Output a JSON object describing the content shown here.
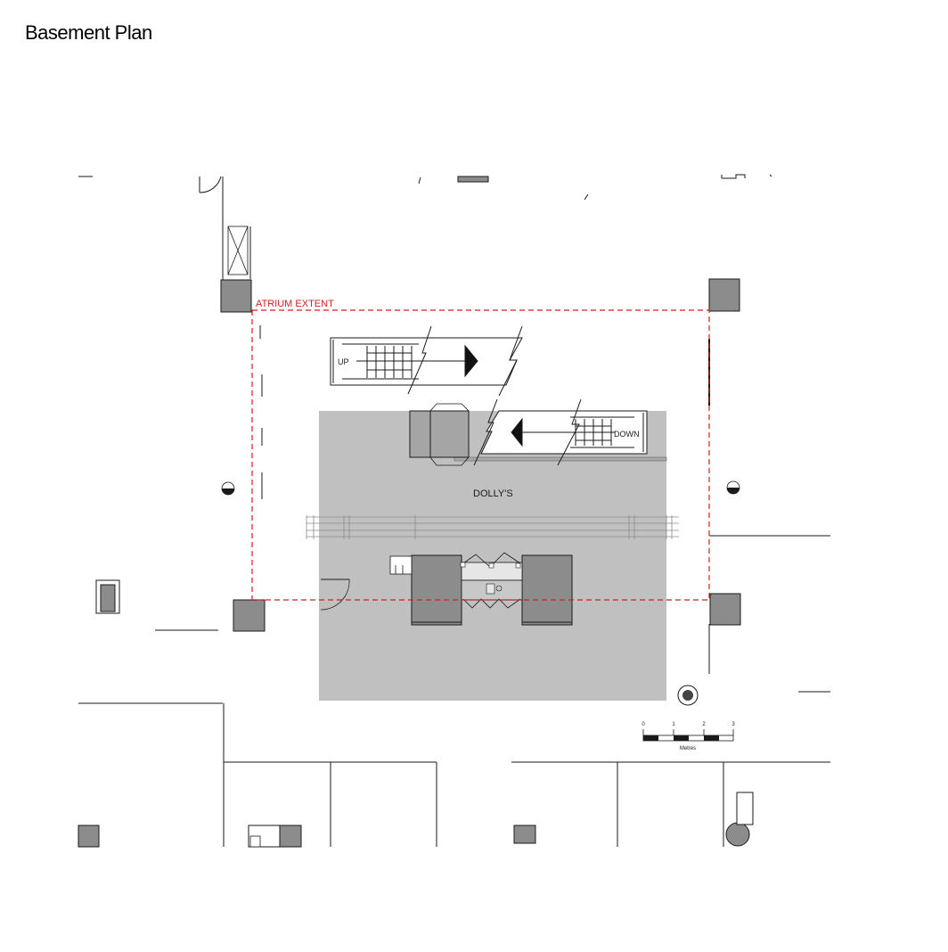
{
  "title": "Basement Plan",
  "labels": {
    "atrium_extent": "ATRIUM EXTENT",
    "escalator_up": "UP",
    "escalator_down": "DOWN",
    "room": "DOLLY'S"
  },
  "scale_bar": {
    "ticks": [
      "0",
      "1",
      "2",
      "3"
    ],
    "unit": "Metres"
  },
  "colors": {
    "atrium_line": "#d81e1e",
    "room_fill": "#c0c0c0",
    "column_fill": "#8c8c8c",
    "line": "#1a1a1a"
  }
}
